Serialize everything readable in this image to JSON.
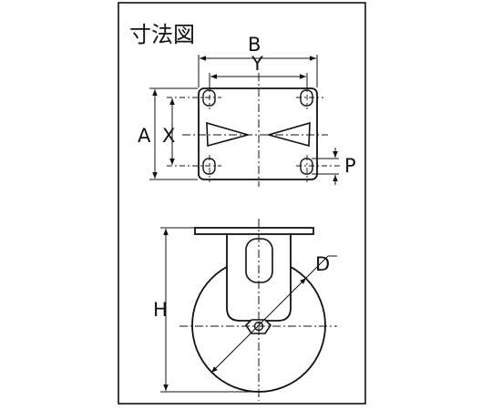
{
  "drawing": {
    "title": "寸法図",
    "labels": {
      "B": "B",
      "Y": "Y",
      "A": "A",
      "X": "X",
      "P": "P",
      "D": "D",
      "H": "H"
    }
  },
  "colors": {
    "line": "#111111",
    "fill": "#ffffff"
  }
}
